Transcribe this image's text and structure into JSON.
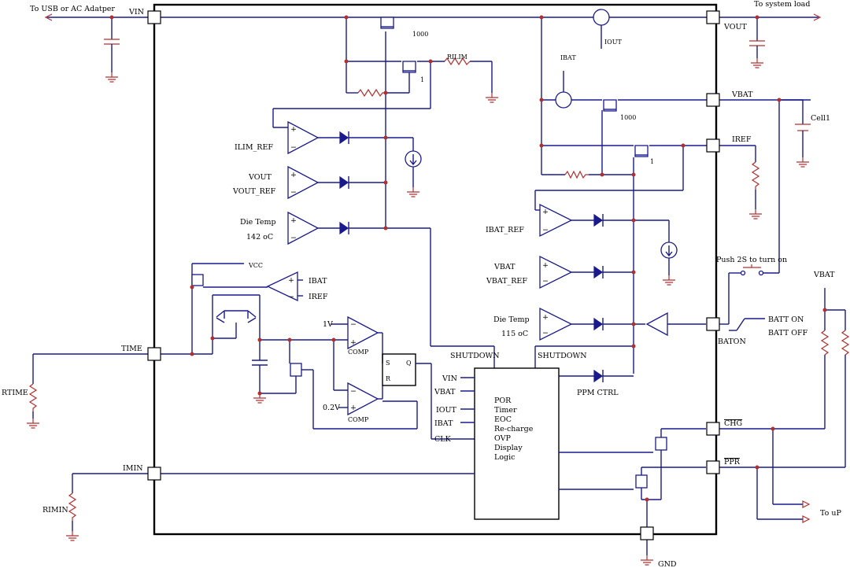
{
  "pins": {
    "vin": "VIN",
    "vout": "VOUT",
    "vbat": "VBAT",
    "iref": "IREF",
    "baton": "BATON",
    "chg": "CHG",
    "ppr": "PPR",
    "time": "TIME",
    "imin": "IMIN",
    "gnd": "GND"
  },
  "external": {
    "usb": "To USB or AC Adatper",
    "system_load": "To system load",
    "cell": "Cell1",
    "rtime": "RTIME",
    "rimin": "RIMIN",
    "push_button": "Push 2S to turn on",
    "vbat_rail": "VBAT",
    "batt_on": "BATT ON",
    "batt_off": "BATT OFF",
    "to_up": "To uP"
  },
  "internal": {
    "ratio_1000_top": "1000",
    "ratio_1_top": "1",
    "rilim": "RILIM",
    "iout": "IOUT",
    "ibat_probe": "IBAT",
    "ratio_1000_bat": "1000",
    "ratio_1_bat": "1",
    "ilim_ref": "ILIM_REF",
    "vout_in": "VOUT",
    "vout_ref": "VOUT_REF",
    "die_temp_left": "Die Temp",
    "temp_142": "142 oC",
    "ibat_ref": "IBAT_REF",
    "vbat_in": "VBAT",
    "vbat_ref": "VBAT_REF",
    "die_temp_right": "Die Temp",
    "temp_115": "115 oC",
    "vcc": "VCC",
    "amp_ibat": "IBAT",
    "amp_iref": "IREF",
    "v_1v": "1V",
    "v_02v": "0.2V",
    "comp_top": "COMP",
    "comp_bottom": "COMP",
    "latch_s": "S",
    "latch_q": "Q",
    "latch_r": "R",
    "shutdown_left": "SHUTDOWN",
    "shutdown_right": "SHUTDOWN",
    "ppm_ctrl": "PPM CTRL"
  },
  "logic_block": {
    "inputs": [
      "VIN",
      "VBAT",
      "IOUT",
      "IBAT",
      "CLK"
    ],
    "functions": [
      "POR",
      "Timer",
      "EOC",
      "Re-charge",
      "OVP",
      "Display",
      "Logic"
    ]
  },
  "colors": {
    "wire": "#1a1a8c",
    "ground_and_passives": "#b03030",
    "chip_outline": "#000000"
  }
}
